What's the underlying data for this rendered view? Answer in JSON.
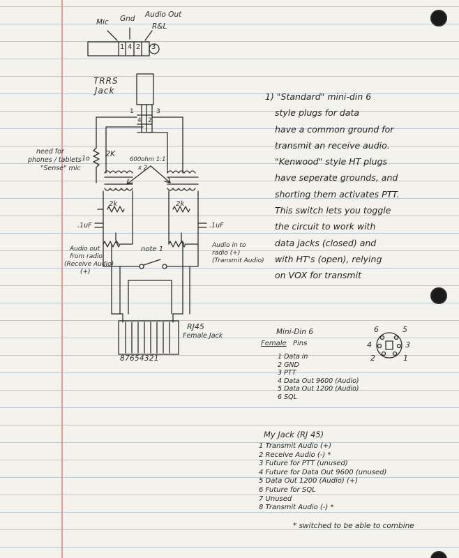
{
  "trrs_plug": {
    "labels": [
      "Mic",
      "Gnd",
      "Audio Out",
      "R&L"
    ],
    "ring_numbers": [
      "1",
      "4",
      "2",
      "3"
    ]
  },
  "trrs_jack": {
    "title_line1": "TRRS",
    "title_line2": "Jack",
    "pin_1": "1",
    "pin_4": "4",
    "pin_2": "2",
    "pin_3": "3"
  },
  "circuit": {
    "phone_note_lines": [
      "need for",
      "phones / tablets",
      "\"Sense\" mic"
    ],
    "pin_1_label": "1o",
    "sense_resistor": "2K",
    "transformer_lines": [
      "600ohm 1:1",
      "x 2"
    ],
    "left_resistor": "2k",
    "right_resistor": "2k",
    "left_cap": ".1uF",
    "right_cap": ".1uF",
    "switch_note": "note 1",
    "audio_out_lines": [
      "Audio out",
      "from radio",
      "(Receive Audio)",
      "(+)"
    ],
    "audio_in_lines": [
      "Audio in to",
      "radio (+)",
      "(Transmit Audio)"
    ],
    "rj45_line1": "RJ45",
    "rj45_line2": "Female Jack",
    "rj45_pin_numbers": "87654321"
  },
  "note_1": {
    "lines": [
      "1) \"Standard\" mini-din 6",
      "style plugs for data",
      "have a common ground for",
      "transmit an receive audio.",
      "\"Kenwood\" style HT plugs",
      "have seperate grounds, and",
      "shorting them activates PTT.",
      "This switch lets you toggle",
      "the circuit to work with",
      "data jacks (closed) and",
      "with HT's (open), relying",
      "on VOX for transmit"
    ]
  },
  "mini_din": {
    "title": "Mini-Din 6",
    "subtitle_left": "Female",
    "subtitle_right": "Pins",
    "pins": [
      "1 Data in",
      "2 GND",
      "3 PTT",
      "4 Data Out 9600   (Audio)",
      "5 Data Out 1200   (Audio)",
      "6 SQL"
    ],
    "connector_numbers": [
      "6",
      "5",
      "4",
      "3",
      "2",
      "1"
    ]
  },
  "my_jack": {
    "title": "My Jack (RJ 45)",
    "pins": [
      "1 Transmit Audio (+)",
      "2 Receive Audio (-) *",
      "3 Future for PTT          (unused)",
      "4 Future for Data Out 9600 (unused)",
      "5 Data Out 1200 (Audio) (+)",
      "6 Future for SQL",
      "7 Unused",
      "8 Transmit Audio (-) *"
    ],
    "footnote": "* switched to be able to combine"
  }
}
